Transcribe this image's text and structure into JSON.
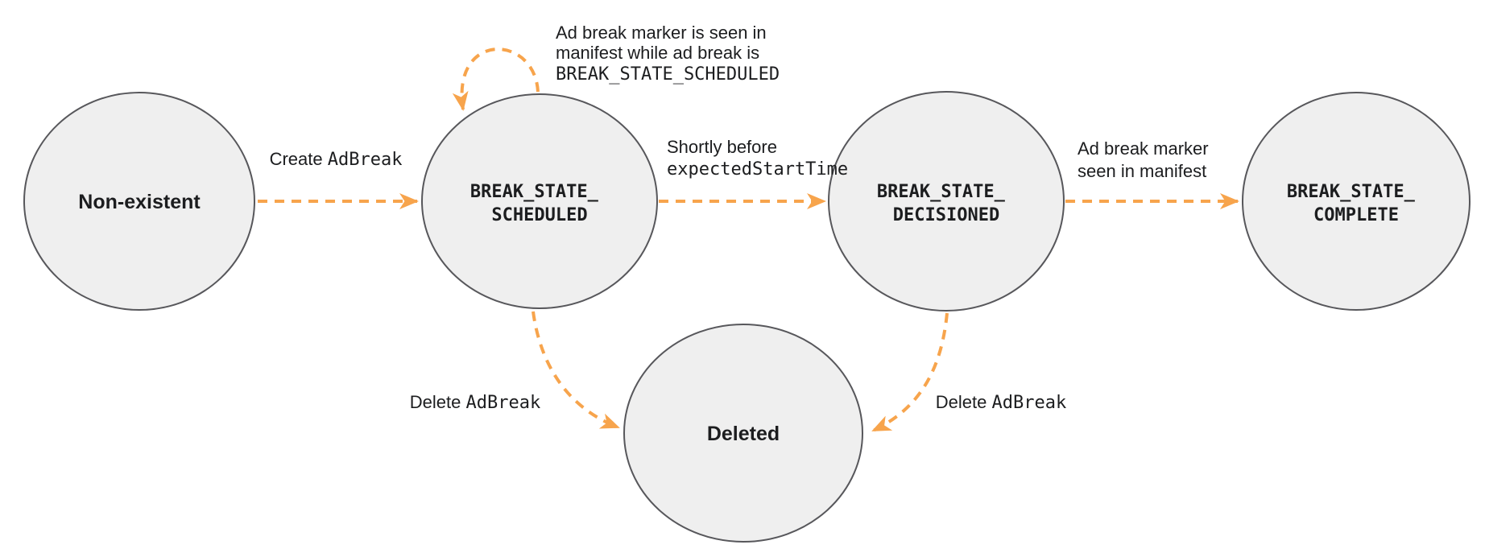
{
  "colors": {
    "arrow": "#F7A44C",
    "node_fill": "#EFEFEF",
    "node_stroke": "#57575B",
    "text": "#1C1D1F"
  },
  "nodes": {
    "non_existent": {
      "label": "Non-existent"
    },
    "scheduled": {
      "line1": "BREAK_STATE_",
      "line2": "SCHEDULED"
    },
    "decisioned": {
      "line1": "BREAK_STATE_",
      "line2": "DECISIONED"
    },
    "complete": {
      "line1": "BREAK_STATE_",
      "line2": "COMPLETE"
    },
    "deleted": {
      "label": "Deleted"
    }
  },
  "edges": {
    "create": {
      "prefix": "Create ",
      "code": "AdBreak"
    },
    "marker_while_scheduled": {
      "line1": "Ad break marker is seen in",
      "line2": "manifest while ad break is",
      "line3_code": "BREAK_STATE_SCHEDULED"
    },
    "shortly_before": {
      "line1": "Shortly before",
      "line2_code": "expectedStartTime"
    },
    "marker_seen": {
      "line1": "Ad break marker",
      "line2": "seen in manifest"
    },
    "delete_from_scheduled": {
      "prefix": "Delete ",
      "code": "AdBreak"
    },
    "delete_from_decisioned": {
      "prefix": "Delete ",
      "code": "AdBreak"
    }
  }
}
